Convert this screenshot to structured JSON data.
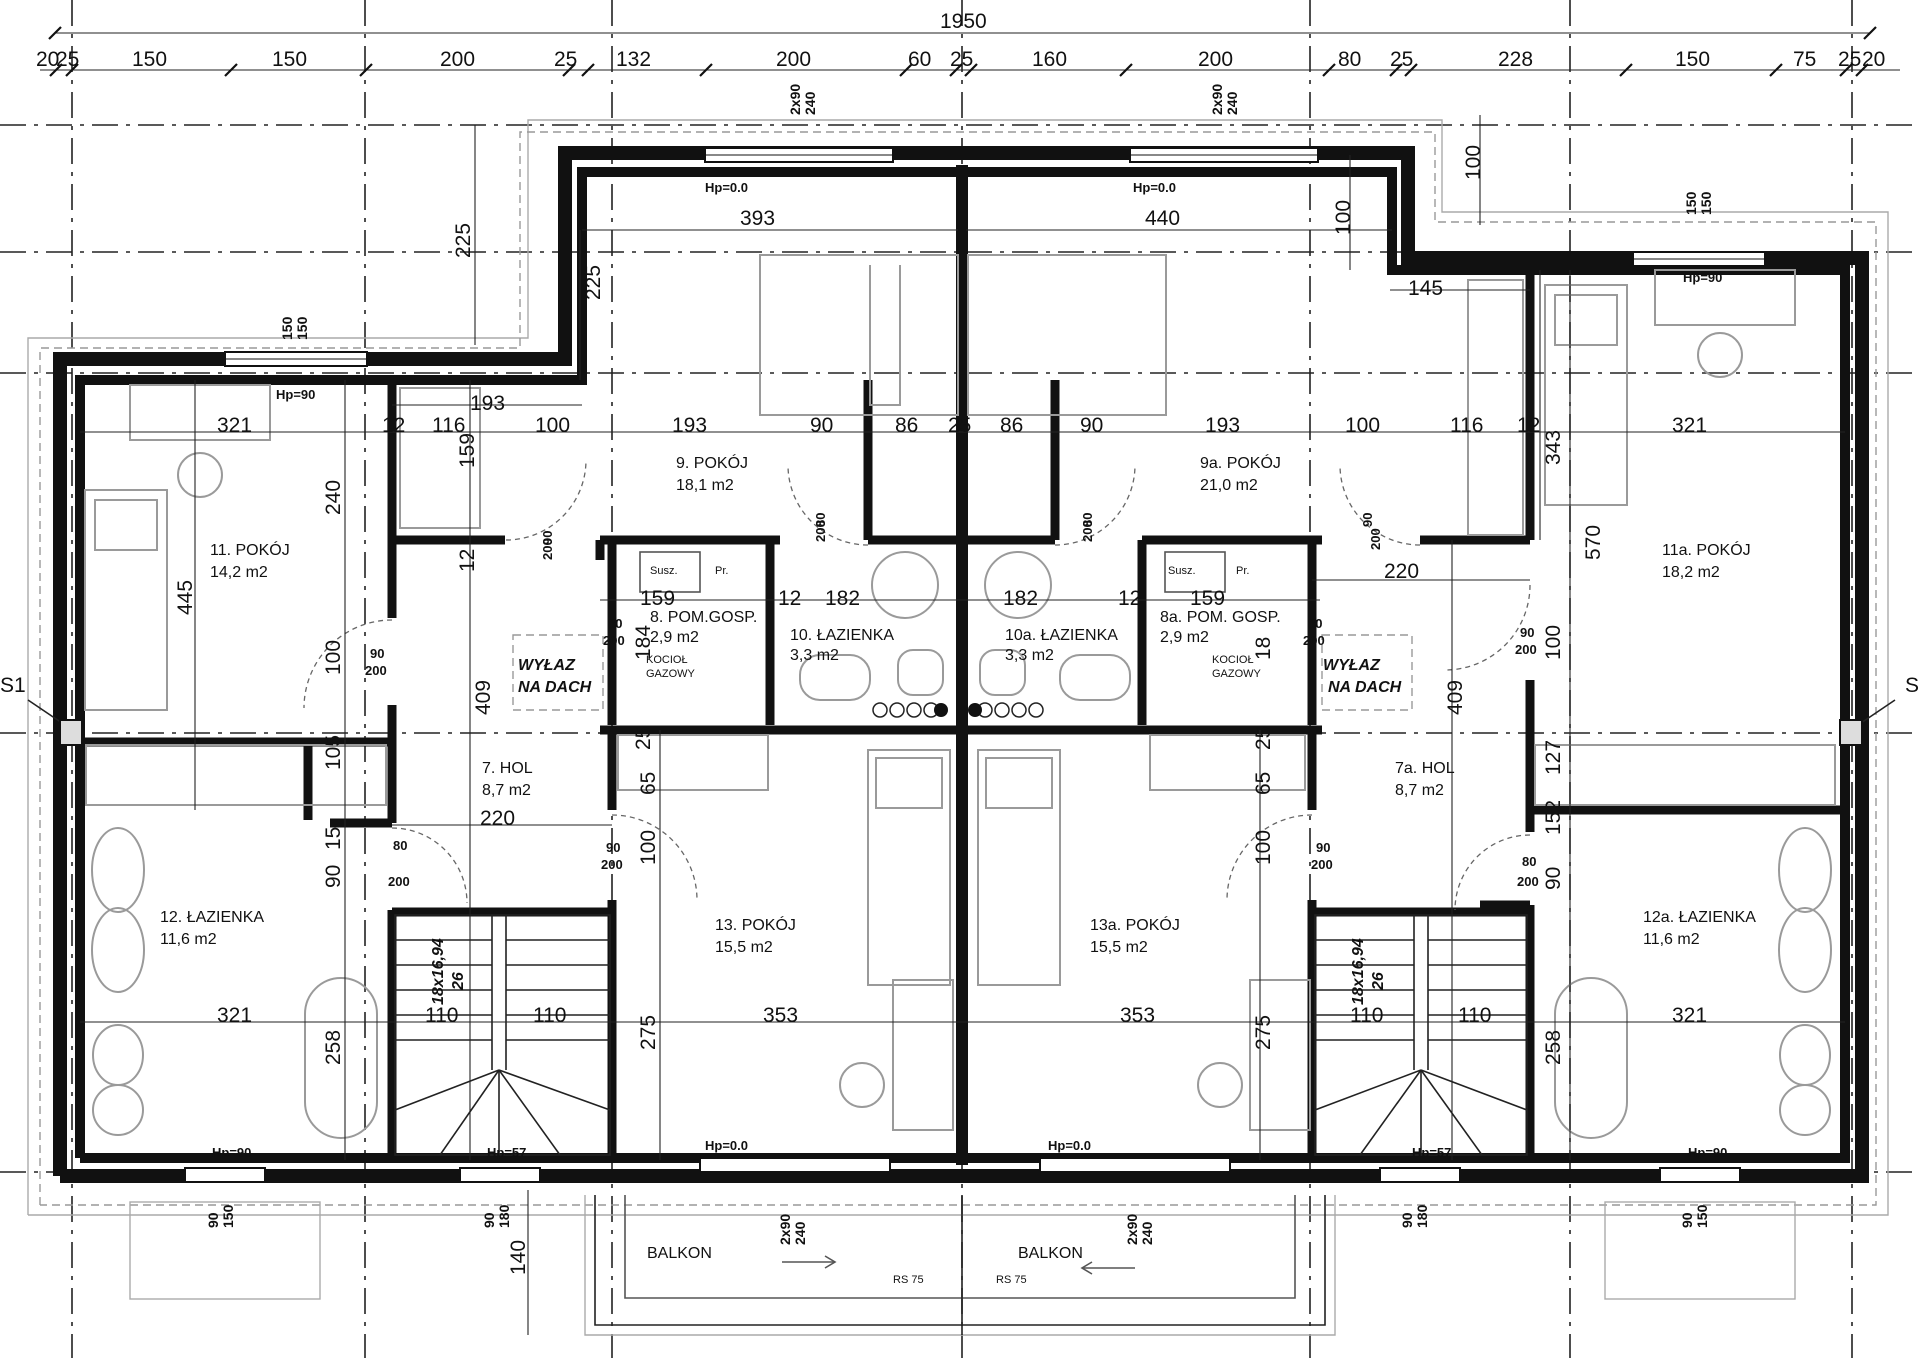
{
  "top_dims": {
    "overall": "1950",
    "row": [
      "20",
      "25",
      "150",
      "150",
      "200",
      "25",
      "132",
      "200",
      "60",
      "25",
      "160",
      "200",
      "80",
      "25",
      "228",
      "150",
      "75",
      "25",
      "20"
    ]
  },
  "axis_labels": {
    "left": "S1",
    "right": "S"
  },
  "rooms": [
    {
      "name": "11. POKÓJ",
      "area": "14,2 m2"
    },
    {
      "name": "9. POKÓJ",
      "area": "18,1 m2"
    },
    {
      "name": "9a. POKÓJ",
      "area": "21,0 m2"
    },
    {
      "name": "11a. POKÓJ",
      "area": "18,2 m2"
    },
    {
      "name": "8. POM.GOSP.",
      "area": "2,9 m2"
    },
    {
      "name": "10. ŁAZIENKA",
      "area": "3,3 m2"
    },
    {
      "name": "10a. ŁAZIENKA",
      "area": "3,3 m2"
    },
    {
      "name": "8a. POM. GOSP.",
      "area": "2,9 m2"
    },
    {
      "name": "7. HOL",
      "area": "8,7 m2"
    },
    {
      "name": "7a. HOL",
      "area": "8,7 m2"
    },
    {
      "name": "12. ŁAZIENKA",
      "area": "11,6 m2"
    },
    {
      "name": "13. POKÓJ",
      "area": "15,5 m2"
    },
    {
      "name": "13a. POKÓJ",
      "area": "15,5 m2"
    },
    {
      "name": "12a. ŁAZIENKA",
      "area": "11,6 m2"
    }
  ],
  "labels": {
    "hp00": "Hp=0.0",
    "hp90": "Hp=90",
    "hp57": "Hp=57",
    "susz": "Susz.",
    "pr": "Pr.",
    "kociol1": "KOCIOŁ",
    "kociol2": "GAZOWY",
    "wylaz1": "WYŁAZ",
    "wylaz2": "NA DACH",
    "balkon": "BALKON",
    "rs75": "RS 75",
    "stairs_size": "18x16,94",
    "stairs_n": "26"
  },
  "window_tags": {
    "w_2x90_a": "2x90",
    "w_240": "240",
    "w_150": "150",
    "w_90": "90",
    "w_180": "180"
  },
  "door_tags": {
    "d90": "90",
    "d80": "80",
    "d200": "200"
  },
  "inner_dims": {
    "d393": "393",
    "d440": "440",
    "d225": "225",
    "d100": "100",
    "d145": "145",
    "d193": "193",
    "d321": "321",
    "d12": "12",
    "d116": "116",
    "d90": "90",
    "d86": "86",
    "d25": "25",
    "d159": "159",
    "d182": "182",
    "d240": "240",
    "d445": "445",
    "d409": "409",
    "d220": "220",
    "d184": "184",
    "d65": "65",
    "d105": "105",
    "d15": "15",
    "d258": "258",
    "d110": "110",
    "d353": "353",
    "d275": "275",
    "d343": "343",
    "d570": "570",
    "d127": "127",
    "d152": "152",
    "d140": "140"
  }
}
